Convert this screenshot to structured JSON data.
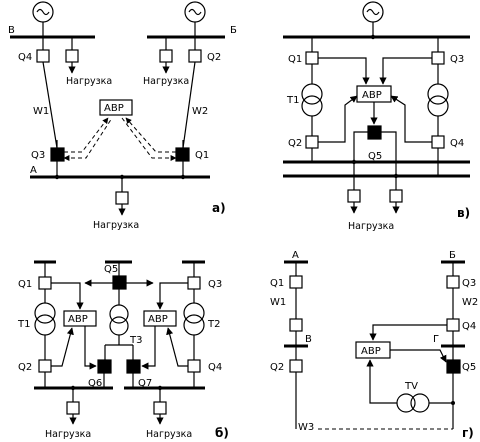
{
  "avr": "АВР",
  "load": "Нагрузка",
  "a": {
    "label": "а)",
    "bus_b_left": "В",
    "bus_b_right": "Б",
    "bus_a": "А",
    "q4": "Q4",
    "q2": "Q2",
    "q3": "Q3",
    "q1": "Q1",
    "w1": "W1",
    "w2": "W2"
  },
  "v": {
    "label": "в)",
    "q1": "Q1",
    "q3": "Q3",
    "q2": "Q2",
    "q4": "Q4",
    "q5": "Q5",
    "t1": "T1"
  },
  "b": {
    "label": "б)",
    "q1": "Q1",
    "q2": "Q2",
    "q3": "Q3",
    "q4": "Q4",
    "q5": "Q5",
    "q6": "Q6",
    "q7": "Q7",
    "t1": "T1",
    "t2": "T2",
    "t3": "T3"
  },
  "g": {
    "label": "г)",
    "a": "А",
    "b": "Б",
    "v": "В",
    "g": "Г",
    "w1": "W1",
    "w2": "W2",
    "w3": "W3",
    "q1": "Q1",
    "q2": "Q2",
    "q3": "Q3",
    "q4": "Q4",
    "q5": "Q5",
    "tv": "TV"
  }
}
